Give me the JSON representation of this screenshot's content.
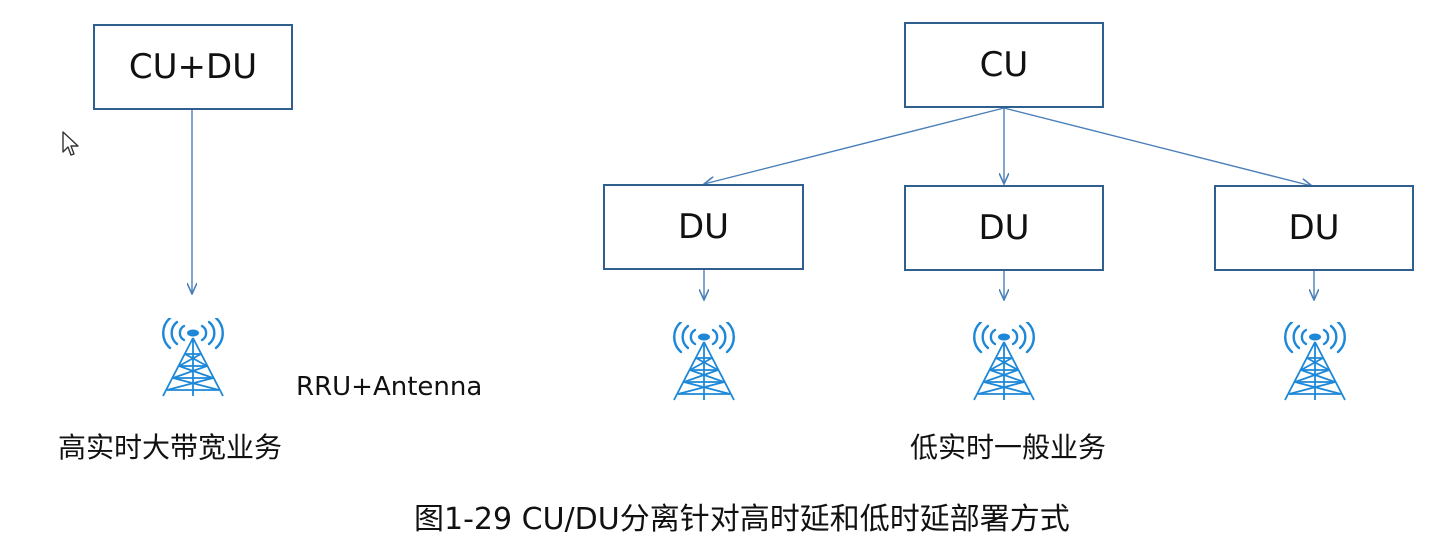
{
  "left": {
    "box_label": "CU+DU",
    "rru_label": "RRU+Antenna",
    "service_label": "高实时大带宽业务"
  },
  "right": {
    "cu_label": "CU",
    "du_labels": [
      "DU",
      "DU",
      "DU"
    ],
    "service_label": "低实时一般业务"
  },
  "caption": "图1-29 CU/DU分离针对高时延和低时延部署方式",
  "colors": {
    "line": "#4a7fb8",
    "box_border": "#2e5f8f",
    "antenna": "#1e88d8"
  },
  "icons": [
    "antenna-icon",
    "cursor-icon"
  ]
}
